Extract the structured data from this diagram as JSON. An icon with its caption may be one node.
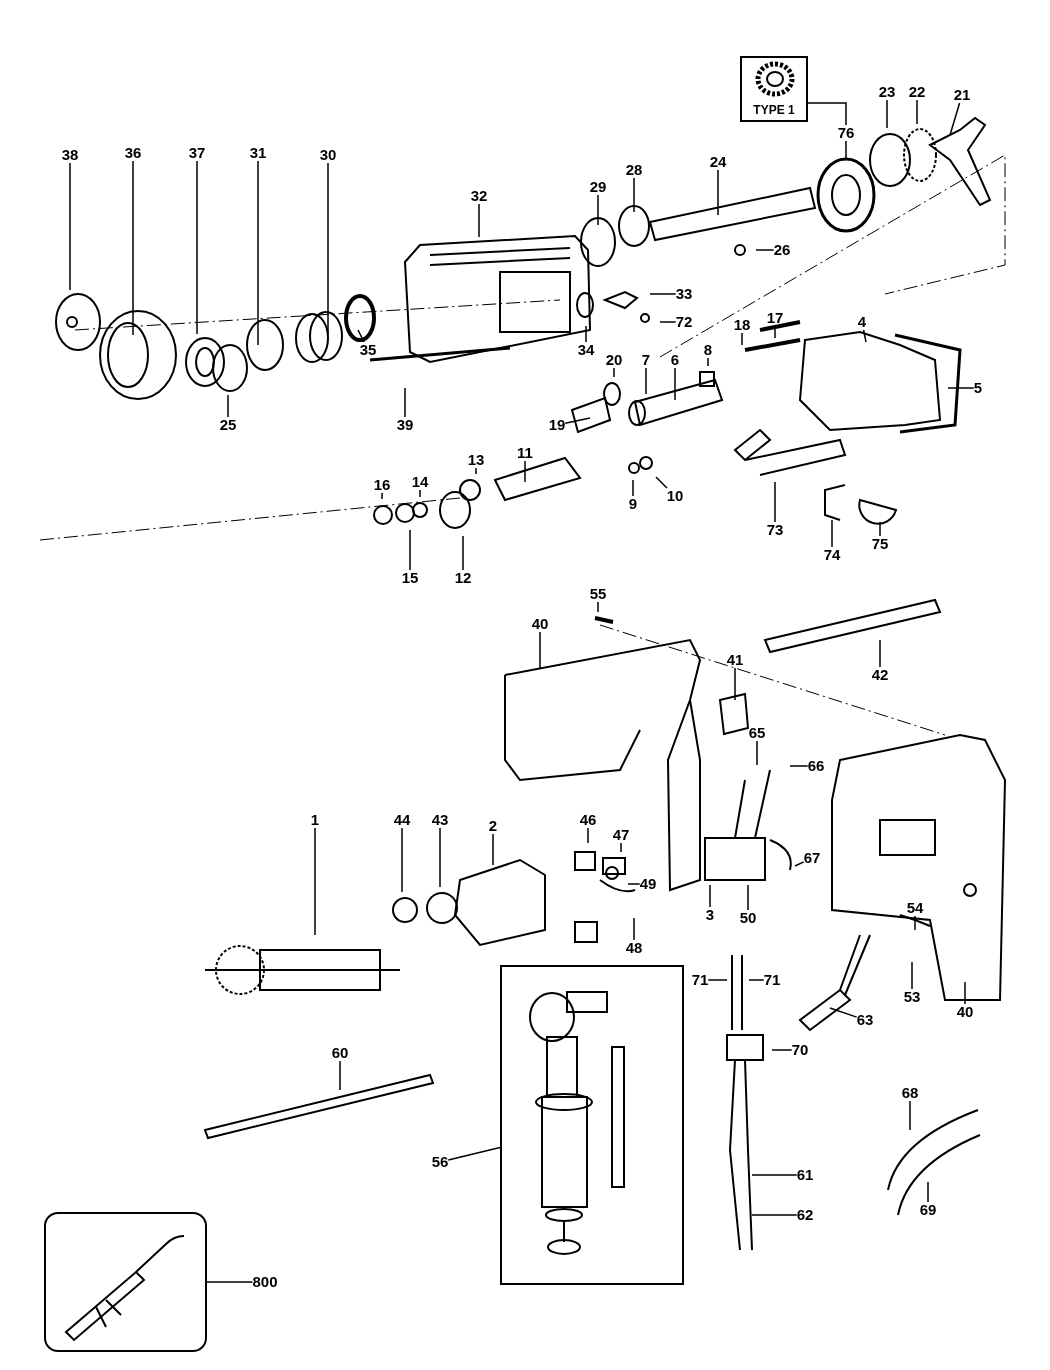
{
  "diagram": {
    "nodes": [
      {
        "text": [
          "TYPE 1"
        ]
      },
      {
        "text": [
          "21"
        ]
      },
      {
        "text": [
          "22"
        ]
      },
      {
        "text": [
          "23"
        ]
      },
      {
        "text": [
          "76"
        ]
      },
      {
        "text": [
          "38"
        ]
      },
      {
        "text": [
          "36"
        ]
      },
      {
        "text": [
          "37"
        ]
      },
      {
        "text": [
          "31"
        ]
      },
      {
        "text": [
          "30"
        ]
      },
      {
        "text": [
          "32"
        ]
      },
      {
        "text": [
          "29"
        ]
      },
      {
        "text": [
          "28"
        ]
      },
      {
        "text": [
          "24"
        ]
      },
      {
        "text": [
          "26"
        ]
      },
      {
        "text": [
          "33"
        ]
      },
      {
        "text": [
          "72"
        ]
      },
      {
        "text": [
          "35"
        ]
      },
      {
        "text": [
          "34"
        ]
      },
      {
        "text": [
          "25"
        ]
      },
      {
        "text": [
          "4"
        ]
      },
      {
        "text": [
          "39"
        ]
      },
      {
        "text": [
          "5"
        ]
      },
      {
        "text": [
          "17"
        ]
      },
      {
        "text": [
          "18"
        ]
      },
      {
        "text": [
          "8"
        ]
      },
      {
        "text": [
          "7"
        ]
      },
      {
        "text": [
          "6"
        ]
      },
      {
        "text": [
          "20"
        ]
      },
      {
        "text": [
          "19"
        ]
      },
      {
        "text": [
          "13"
        ]
      },
      {
        "text": [
          "11"
        ]
      },
      {
        "text": [
          "16"
        ]
      },
      {
        "text": [
          "14"
        ]
      },
      {
        "text": [
          "9"
        ]
      },
      {
        "text": [
          "10"
        ]
      },
      {
        "text": [
          "73"
        ]
      },
      {
        "text": [
          "74"
        ]
      },
      {
        "text": [
          "75"
        ]
      },
      {
        "text": [
          "15"
        ]
      },
      {
        "text": [
          "12"
        ]
      },
      {
        "text": [
          "55"
        ]
      },
      {
        "text": [
          "40"
        ]
      },
      {
        "text": [
          "42"
        ]
      },
      {
        "text": [
          "41"
        ]
      },
      {
        "text": [
          "65"
        ]
      },
      {
        "text": [
          "66"
        ]
      },
      {
        "text": [
          "1"
        ]
      },
      {
        "text": [
          "44"
        ]
      },
      {
        "text": [
          "43"
        ]
      },
      {
        "text": [
          "2"
        ]
      },
      {
        "text": [
          "46"
        ]
      },
      {
        "text": [
          "47"
        ]
      },
      {
        "text": [
          "49"
        ]
      },
      {
        "text": [
          "67"
        ]
      },
      {
        "text": [
          "3"
        ]
      },
      {
        "text": [
          "50"
        ]
      },
      {
        "text": [
          "48"
        ]
      },
      {
        "text": [
          "54"
        ]
      },
      {
        "text": [
          "71"
        ]
      },
      {
        "text": [
          "71"
        ]
      },
      {
        "text": [
          "53"
        ]
      },
      {
        "text": [
          "40"
        ]
      },
      {
        "text": [
          "63"
        ]
      },
      {
        "text": [
          "70"
        ]
      },
      {
        "text": [
          "60"
        ]
      },
      {
        "text": [
          "68"
        ]
      },
      {
        "text": [
          "56"
        ]
      },
      {
        "text": [],
        "shape": "box"
      },
      {
        "text": [
          "61"
        ]
      },
      {
        "text": [
          "62"
        ]
      },
      {
        "text": [
          "69"
        ]
      },
      {
        "text": [
          "800"
        ]
      },
      {
        "text": [],
        "shape": "box"
      }
    ],
    "edges": [
      {
        "from": 4,
        "to": 0,
        "arrow": "none"
      },
      {
        "from": 1,
        "to": null,
        "arrow": "none"
      },
      {
        "from": 2,
        "to": null,
        "arrow": "none"
      },
      {
        "from": 3,
        "to": null,
        "arrow": "none"
      },
      {
        "from": 4,
        "to": null,
        "arrow": "none"
      },
      {
        "from": 5,
        "to": null,
        "arrow": "none"
      },
      {
        "from": 6,
        "to": null,
        "arrow": "none"
      },
      {
        "from": 7,
        "to": null,
        "arrow": "none"
      },
      {
        "from": 8,
        "to": null,
        "arrow": "none"
      },
      {
        "from": 9,
        "to": null,
        "arrow": "none"
      },
      {
        "from": 10,
        "to": null,
        "arrow": "none"
      },
      {
        "from": 11,
        "to": null,
        "arrow": "none"
      },
      {
        "from": 12,
        "to": null,
        "arrow": "none"
      },
      {
        "from": 13,
        "to": null,
        "arrow": "none"
      },
      {
        "from": 14,
        "to": null,
        "arrow": "none"
      },
      {
        "from": 15,
        "to": null,
        "arrow": "none"
      },
      {
        "from": 16,
        "to": null,
        "arrow": "none"
      },
      {
        "from": 17,
        "to": null,
        "arrow": "none"
      },
      {
        "from": 18,
        "to": null,
        "arrow": "none"
      },
      {
        "from": 19,
        "to": null,
        "arrow": "none"
      },
      {
        "from": 20,
        "to": null,
        "arrow": "none"
      },
      {
        "from": 21,
        "to": null,
        "arrow": "none"
      },
      {
        "from": 22,
        "to": null,
        "arrow": "none"
      },
      {
        "from": 23,
        "to": null,
        "arrow": "none"
      },
      {
        "from": 24,
        "to": null,
        "arrow": "none"
      },
      {
        "from": 25,
        "to": null,
        "arrow": "none"
      },
      {
        "from": 26,
        "to": null,
        "arrow": "none"
      },
      {
        "from": 27,
        "to": null,
        "arrow": "none"
      },
      {
        "from": 28,
        "to": null,
        "arrow": "none"
      },
      {
        "from": 29,
        "to": null,
        "arrow": "none"
      },
      {
        "from": 30,
        "to": null,
        "arrow": "none"
      },
      {
        "from": 31,
        "to": null,
        "arrow": "none"
      },
      {
        "from": 32,
        "to": null,
        "arrow": "none"
      },
      {
        "from": 33,
        "to": null,
        "arrow": "none"
      },
      {
        "from": 34,
        "to": null,
        "arrow": "none"
      },
      {
        "from": 35,
        "to": null,
        "arrow": "none"
      },
      {
        "from": 36,
        "to": null,
        "arrow": "none"
      },
      {
        "from": 37,
        "to": null,
        "arrow": "none"
      },
      {
        "from": 38,
        "to": null,
        "arrow": "none"
      },
      {
        "from": 39,
        "to": null,
        "arrow": "none"
      },
      {
        "from": 40,
        "to": null,
        "arrow": "none"
      },
      {
        "from": 41,
        "to": null,
        "arrow": "none"
      },
      {
        "from": 42,
        "to": null,
        "arrow": "none"
      },
      {
        "from": 43,
        "to": null,
        "arrow": "none"
      },
      {
        "from": 44,
        "to": null,
        "arrow": "none"
      },
      {
        "from": 45,
        "to": null,
        "arrow": "none"
      },
      {
        "from": 46,
        "to": null,
        "arrow": "none"
      },
      {
        "from": 47,
        "to": null,
        "arrow": "none"
      },
      {
        "from": 48,
        "to": null,
        "arrow": "none"
      },
      {
        "from": 49,
        "to": null,
        "arrow": "none"
      },
      {
        "from": 50,
        "to": null,
        "arrow": "none"
      },
      {
        "from": 51,
        "to": null,
        "arrow": "none"
      },
      {
        "from": 52,
        "to": null,
        "arrow": "none"
      },
      {
        "from": 53,
        "to": null,
        "arrow": "none"
      },
      {
        "from": 54,
        "to": null,
        "arrow": "none"
      },
      {
        "from": 55,
        "to": null,
        "arrow": "none"
      },
      {
        "from": 56,
        "to": null,
        "arrow": "none"
      },
      {
        "from": 57,
        "to": null,
        "arrow": "none"
      },
      {
        "from": 58,
        "to": null,
        "arrow": "none"
      },
      {
        "from": 59,
        "to": null,
        "arrow": "none"
      },
      {
        "from": 60,
        "to": null,
        "arrow": "none"
      },
      {
        "from": 61,
        "to": null,
        "arrow": "none"
      },
      {
        "from": 62,
        "to": null,
        "arrow": "none"
      },
      {
        "from": 63,
        "to": null,
        "arrow": "none"
      },
      {
        "from": 64,
        "to": null,
        "arrow": "none"
      },
      {
        "from": 65,
        "to": null,
        "arrow": "none"
      },
      {
        "from": 66,
        "to": null,
        "arrow": "none"
      },
      {
        "from": 67,
        "to": 68,
        "arrow": "none"
      },
      {
        "from": 69,
        "to": null,
        "arrow": "none"
      },
      {
        "from": 70,
        "to": null,
        "arrow": "none"
      },
      {
        "from": 71,
        "to": null,
        "arrow": "none"
      },
      {
        "from": 72,
        "to": 73,
        "arrow": "none"
      }
    ]
  }
}
